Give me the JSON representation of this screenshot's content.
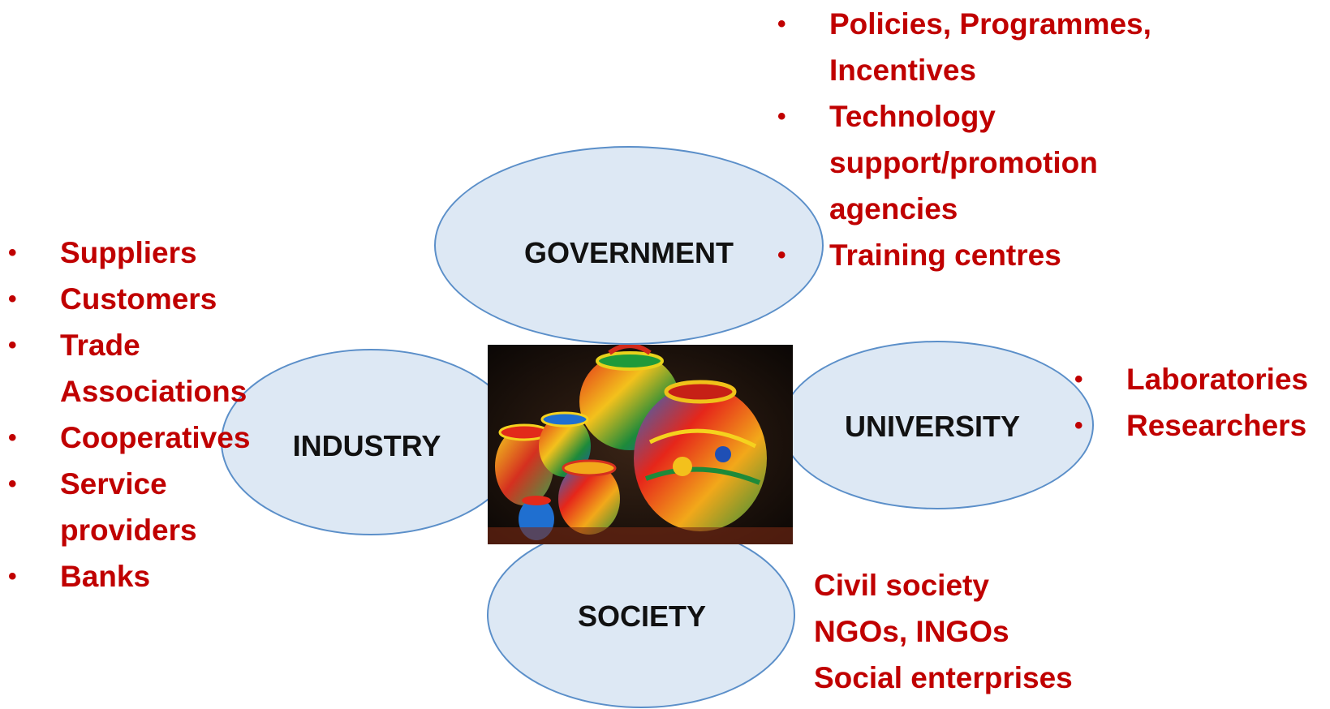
{
  "nodes": {
    "government": "GOVERNMENT",
    "industry": "INDUSTRY",
    "university": "UNIVERSITY",
    "society": "SOCIETY"
  },
  "government_list": [
    "Policies, Programmes,",
    "Incentives",
    "Technology",
    "support/promotion",
    "agencies",
    "Training centres"
  ],
  "industry_list": [
    "Suppliers",
    "Customers",
    "Trade",
    "Associations",
    "Cooperatives",
    "Service",
    "providers",
    "Banks"
  ],
  "university_list": [
    "Laboratories",
    "Researchers"
  ],
  "society_list": [
    "Civil society",
    "NGOs, INGOs",
    "Social enterprises"
  ],
  "colors": {
    "text_accent": "#c00000",
    "ellipse_fill": "#dde8f4",
    "ellipse_border": "#5b8fc9"
  },
  "bullet_char": "•"
}
